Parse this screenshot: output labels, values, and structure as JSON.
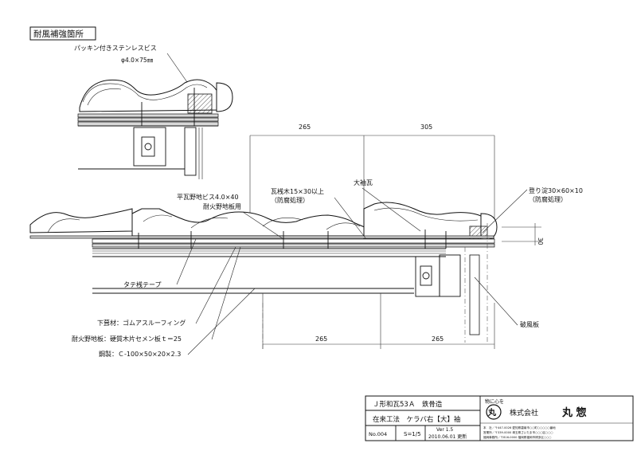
{
  "title_box": "耐風補強箇所",
  "detail_labels": {
    "screw_name": "パッキン付きステンレスビス",
    "screw_size": "φ4.0×75㎜"
  },
  "dimensions": {
    "top_left": "265",
    "top_right": "305",
    "bottom_left": "265",
    "bottom_right": "265",
    "right_vertical": "30"
  },
  "callouts": {
    "flat_screw": "平瓦野地ビス4.0×40",
    "flat_screw_sub": "耐火野地板用",
    "batten": "瓦桟木15×30以上",
    "batten_sub": "（防腐処理）",
    "large_tile": "大袖瓦",
    "nobori": "登り淀30×60×10",
    "nobori_sub": "（防腐処理）",
    "tape": "タテ桟テープ",
    "barge": "破風板"
  },
  "materials": [
    "下葺材：ゴムアスルーフィング",
    "耐火野地板：硬質木片セメン板ｔ＝25",
    "鋼製：Ｃ-100×50×20×2.3"
  ],
  "title_block": {
    "row1": "Ｊ形和瓦53Ａ　鉄骨造",
    "row2": "在来工法　ケラバ右【大】袖",
    "drawing_no": "No.004",
    "scale": "S=1/5",
    "version": "Ver 1.5",
    "date": "2010.06.01 更新",
    "slogan": "物に心を",
    "logo_char": "丸",
    "company": "株式会社",
    "company_name": "丸 惣",
    "address_lines": [
      "本　社／〒447-0026 愛知県碧南市○○町○○○○○番地",
      "営業所／〒339-0000 埼玉県さいたま市○○○区○○○",
      "福岡事務所／〒816-0000 福岡県福岡市博多区○○○"
    ]
  }
}
